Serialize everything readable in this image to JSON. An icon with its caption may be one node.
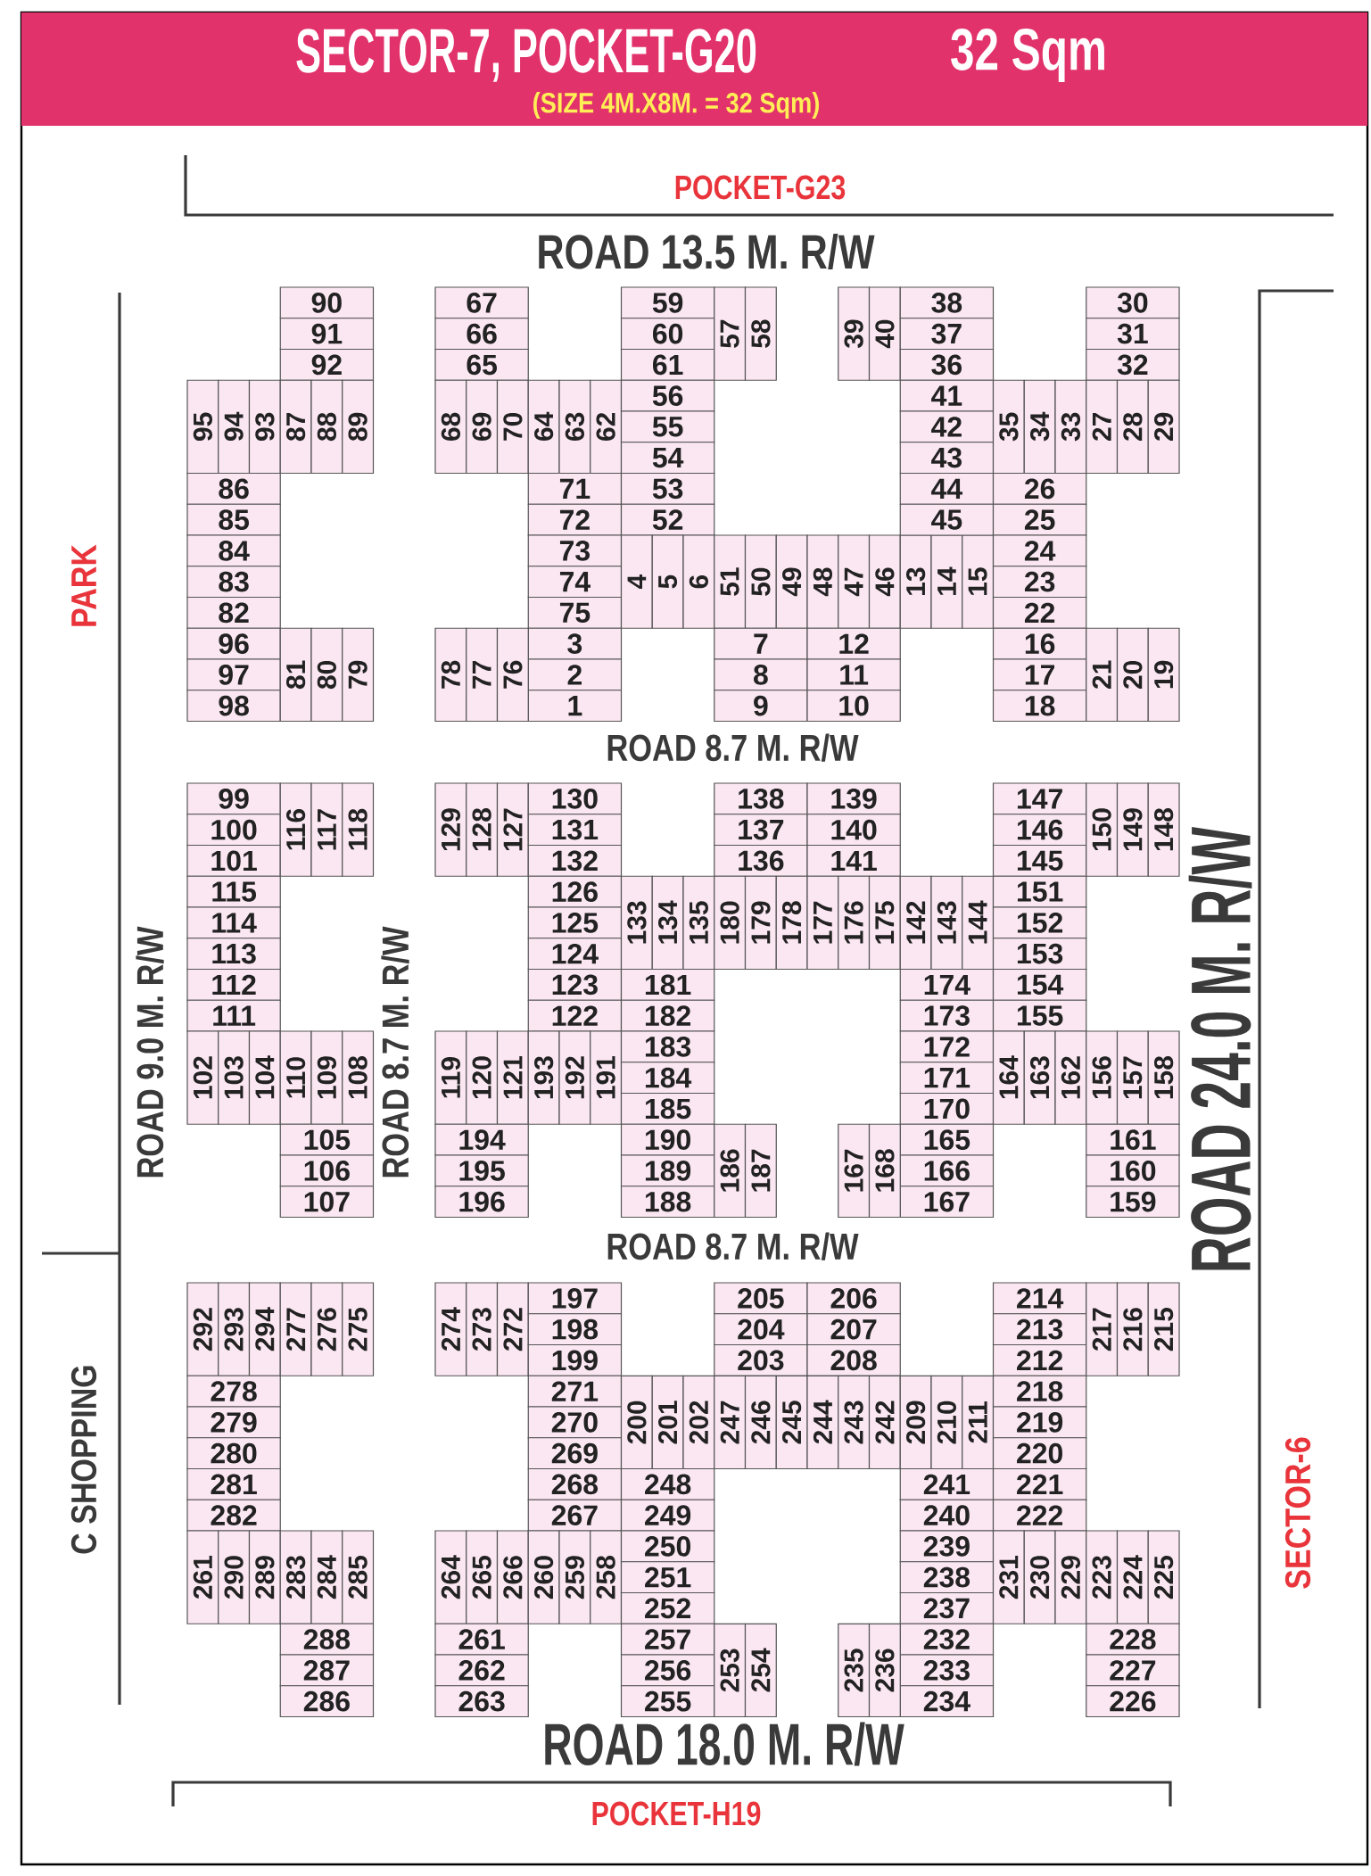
{
  "diagram": {
    "title": "SECTOR-7, POCKET-G20",
    "nodes": [
      {
        "text": [
          "90"
        ]
      },
      {
        "text": [
          "91"
        ]
      },
      {
        "text": [
          "92"
        ]
      },
      {
        "text": [
          "95"
        ]
      },
      {
        "text": [
          "94"
        ]
      },
      {
        "text": [
          "93"
        ]
      },
      {
        "text": [
          "87"
        ]
      },
      {
        "text": [
          "88"
        ]
      },
      {
        "text": [
          "89"
        ]
      },
      {
        "text": [
          "86"
        ]
      },
      {
        "text": [
          "85"
        ]
      },
      {
        "text": [
          "84"
        ]
      },
      {
        "text": [
          "83"
        ]
      },
      {
        "text": [
          "82"
        ]
      },
      {
        "text": [
          "96"
        ]
      },
      {
        "text": [
          "97"
        ]
      },
      {
        "text": [
          "98"
        ]
      },
      {
        "text": [
          "81"
        ]
      },
      {
        "text": [
          "80"
        ]
      },
      {
        "text": [
          "79"
        ]
      },
      {
        "text": [
          "67"
        ]
      },
      {
        "text": [
          "66"
        ]
      },
      {
        "text": [
          "65"
        ]
      },
      {
        "text": [
          "68"
        ]
      },
      {
        "text": [
          "69"
        ]
      },
      {
        "text": [
          "70"
        ]
      },
      {
        "text": [
          "64"
        ]
      },
      {
        "text": [
          "63"
        ]
      },
      {
        "text": [
          "62"
        ]
      },
      {
        "text": [
          "71"
        ]
      },
      {
        "text": [
          "72"
        ]
      },
      {
        "text": [
          "73"
        ]
      },
      {
        "text": [
          "74"
        ]
      },
      {
        "text": [
          "75"
        ]
      },
      {
        "text": [
          "3"
        ]
      },
      {
        "text": [
          "2"
        ]
      },
      {
        "text": [
          "1"
        ]
      },
      {
        "text": [
          "78"
        ]
      },
      {
        "text": [
          "77"
        ]
      },
      {
        "text": [
          "76"
        ]
      },
      {
        "text": [
          "59"
        ]
      },
      {
        "text": [
          "60"
        ]
      },
      {
        "text": [
          "61"
        ]
      },
      {
        "text": [
          "56"
        ]
      },
      {
        "text": [
          "55"
        ]
      },
      {
        "text": [
          "54"
        ]
      },
      {
        "text": [
          "53"
        ]
      },
      {
        "text": [
          "52"
        ]
      },
      {
        "text": [
          "57"
        ]
      },
      {
        "text": [
          "58"
        ]
      },
      {
        "text": [
          "4"
        ]
      },
      {
        "text": [
          "5"
        ]
      },
      {
        "text": [
          "6"
        ]
      },
      {
        "text": [
          "51"
        ]
      },
      {
        "text": [
          "50"
        ]
      },
      {
        "text": [
          "49"
        ]
      },
      {
        "text": [
          "48"
        ]
      },
      {
        "text": [
          "47"
        ]
      },
      {
        "text": [
          "46"
        ]
      },
      {
        "text": [
          "13"
        ]
      },
      {
        "text": [
          "14"
        ]
      },
      {
        "text": [
          "15"
        ]
      },
      {
        "text": [
          "7"
        ]
      },
      {
        "text": [
          "8"
        ]
      },
      {
        "text": [
          "9"
        ]
      },
      {
        "text": [
          "12"
        ]
      },
      {
        "text": [
          "11"
        ]
      },
      {
        "text": [
          "10"
        ]
      },
      {
        "text": [
          "39"
        ]
      },
      {
        "text": [
          "40"
        ]
      },
      {
        "text": [
          "38"
        ]
      },
      {
        "text": [
          "37"
        ]
      },
      {
        "text": [
          "36"
        ]
      },
      {
        "text": [
          "41"
        ]
      },
      {
        "text": [
          "42"
        ]
      },
      {
        "text": [
          "43"
        ]
      },
      {
        "text": [
          "44"
        ]
      },
      {
        "text": [
          "45"
        ]
      },
      {
        "text": [
          "30"
        ]
      },
      {
        "text": [
          "31"
        ]
      },
      {
        "text": [
          "32"
        ]
      },
      {
        "text": [
          "35"
        ]
      },
      {
        "text": [
          "34"
        ]
      },
      {
        "text": [
          "33"
        ]
      },
      {
        "text": [
          "27"
        ]
      },
      {
        "text": [
          "28"
        ]
      },
      {
        "text": [
          "29"
        ]
      },
      {
        "text": [
          "26"
        ]
      },
      {
        "text": [
          "25"
        ]
      },
      {
        "text": [
          "24"
        ]
      },
      {
        "text": [
          "23"
        ]
      },
      {
        "text": [
          "22"
        ]
      },
      {
        "text": [
          "16"
        ]
      },
      {
        "text": [
          "17"
        ]
      },
      {
        "text": [
          "18"
        ]
      },
      {
        "text": [
          "21"
        ]
      },
      {
        "text": [
          "20"
        ]
      },
      {
        "text": [
          "19"
        ]
      },
      {
        "text": [
          "99"
        ]
      },
      {
        "text": [
          "100"
        ]
      },
      {
        "text": [
          "101"
        ]
      },
      {
        "text": [
          "115"
        ]
      },
      {
        "text": [
          "114"
        ]
      },
      {
        "text": [
          "113"
        ]
      },
      {
        "text": [
          "112"
        ]
      },
      {
        "text": [
          "111"
        ]
      },
      {
        "text": [
          "116"
        ]
      },
      {
        "text": [
          "117"
        ]
      },
      {
        "text": [
          "118"
        ]
      },
      {
        "text": [
          "102"
        ]
      },
      {
        "text": [
          "103"
        ]
      },
      {
        "text": [
          "104"
        ]
      },
      {
        "text": [
          "110"
        ]
      },
      {
        "text": [
          "109"
        ]
      },
      {
        "text": [
          "108"
        ]
      },
      {
        "text": [
          "105"
        ]
      },
      {
        "text": [
          "106"
        ]
      },
      {
        "text": [
          "107"
        ]
      },
      {
        "text": [
          "129"
        ]
      },
      {
        "text": [
          "128"
        ]
      },
      {
        "text": [
          "127"
        ]
      },
      {
        "text": [
          "130"
        ]
      },
      {
        "text": [
          "131"
        ]
      },
      {
        "text": [
          "132"
        ]
      },
      {
        "text": [
          "126"
        ]
      },
      {
        "text": [
          "125"
        ]
      },
      {
        "text": [
          "124"
        ]
      },
      {
        "text": [
          "123"
        ]
      },
      {
        "text": [
          "122"
        ]
      },
      {
        "text": [
          "119"
        ]
      },
      {
        "text": [
          "120"
        ]
      },
      {
        "text": [
          "121"
        ]
      },
      {
        "text": [
          "193"
        ]
      },
      {
        "text": [
          "192"
        ]
      },
      {
        "text": [
          "191"
        ]
      },
      {
        "text": [
          "194"
        ]
      },
      {
        "text": [
          "195"
        ]
      },
      {
        "text": [
          "196"
        ]
      },
      {
        "text": [
          "133"
        ]
      },
      {
        "text": [
          "134"
        ]
      },
      {
        "text": [
          "135"
        ]
      },
      {
        "text": [
          "181"
        ]
      },
      {
        "text": [
          "182"
        ]
      },
      {
        "text": [
          "183"
        ]
      },
      {
        "text": [
          "184"
        ]
      },
      {
        "text": [
          "185"
        ]
      },
      {
        "text": [
          "190"
        ]
      },
      {
        "text": [
          "189"
        ]
      },
      {
        "text": [
          "188"
        ]
      },
      {
        "text": [
          "186"
        ]
      },
      {
        "text": [
          "187"
        ]
      },
      {
        "text": [
          "138"
        ]
      },
      {
        "text": [
          "137"
        ]
      },
      {
        "text": [
          "136"
        ]
      },
      {
        "text": [
          "139"
        ]
      },
      {
        "text": [
          "140"
        ]
      },
      {
        "text": [
          "141"
        ]
      },
      {
        "text": [
          "180"
        ]
      },
      {
        "text": [
          "179"
        ]
      },
      {
        "text": [
          "178"
        ]
      },
      {
        "text": [
          "177"
        ]
      },
      {
        "text": [
          "176"
        ]
      },
      {
        "text": [
          "175"
        ]
      },
      {
        "text": [
          "142"
        ]
      },
      {
        "text": [
          "143"
        ]
      },
      {
        "text": [
          "144"
        ]
      },
      {
        "text": [
          "174"
        ]
      },
      {
        "text": [
          "173"
        ]
      },
      {
        "text": [
          "172"
        ]
      },
      {
        "text": [
          "171"
        ]
      },
      {
        "text": [
          "170"
        ]
      },
      {
        "text": [
          "165"
        ]
      },
      {
        "text": [
          "166"
        ]
      },
      {
        "text": [
          "167"
        ]
      },
      {
        "text": [
          "167"
        ]
      },
      {
        "text": [
          "168"
        ]
      },
      {
        "text": [
          "147"
        ]
      },
      {
        "text": [
          "146"
        ]
      },
      {
        "text": [
          "145"
        ]
      },
      {
        "text": [
          "151"
        ]
      },
      {
        "text": [
          "152"
        ]
      },
      {
        "text": [
          "153"
        ]
      },
      {
        "text": [
          "154"
        ]
      },
      {
        "text": [
          "155"
        ]
      },
      {
        "text": [
          "150"
        ]
      },
      {
        "text": [
          "149"
        ]
      },
      {
        "text": [
          "148"
        ]
      },
      {
        "text": [
          "164"
        ]
      },
      {
        "text": [
          "163"
        ]
      },
      {
        "text": [
          "162"
        ]
      },
      {
        "text": [
          "156"
        ]
      },
      {
        "text": [
          "157"
        ]
      },
      {
        "text": [
          "158"
        ]
      },
      {
        "text": [
          "161"
        ]
      },
      {
        "text": [
          "160"
        ]
      },
      {
        "text": [
          "159"
        ]
      },
      {
        "text": [
          "292"
        ]
      },
      {
        "text": [
          "293"
        ]
      },
      {
        "text": [
          "294"
        ]
      },
      {
        "text": [
          "277"
        ]
      },
      {
        "text": [
          "276"
        ]
      },
      {
        "text": [
          "275"
        ]
      },
      {
        "text": [
          "278"
        ]
      },
      {
        "text": [
          "279"
        ]
      },
      {
        "text": [
          "280"
        ]
      },
      {
        "text": [
          "281"
        ]
      },
      {
        "text": [
          "282"
        ]
      },
      {
        "text": [
          "261"
        ]
      },
      {
        "text": [
          "290"
        ]
      },
      {
        "text": [
          "289"
        ]
      },
      {
        "text": [
          "283"
        ]
      },
      {
        "text": [
          "284"
        ]
      },
      {
        "text": [
          "285"
        ]
      },
      {
        "text": [
          "288"
        ]
      },
      {
        "text": [
          "287"
        ]
      },
      {
        "text": [
          "286"
        ]
      },
      {
        "text": [
          "274"
        ]
      },
      {
        "text": [
          "273"
        ]
      },
      {
        "text": [
          "272"
        ]
      },
      {
        "text": [
          "197"
        ]
      },
      {
        "text": [
          "198"
        ]
      },
      {
        "text": [
          "199"
        ]
      },
      {
        "text": [
          "271"
        ]
      },
      {
        "text": [
          "270"
        ]
      },
      {
        "text": [
          "269"
        ]
      },
      {
        "text": [
          "268"
        ]
      },
      {
        "text": [
          "267"
        ]
      },
      {
        "text": [
          "264"
        ]
      },
      {
        "text": [
          "265"
        ]
      },
      {
        "text": [
          "266"
        ]
      },
      {
        "text": [
          "260"
        ]
      },
      {
        "text": [
          "259"
        ]
      },
      {
        "text": [
          "258"
        ]
      },
      {
        "text": [
          "261"
        ]
      },
      {
        "text": [
          "262"
        ]
      },
      {
        "text": [
          "263"
        ]
      },
      {
        "text": [
          "200"
        ]
      },
      {
        "text": [
          "201"
        ]
      },
      {
        "text": [
          "202"
        ]
      },
      {
        "text": [
          "248"
        ]
      },
      {
        "text": [
          "249"
        ]
      },
      {
        "text": [
          "250"
        ]
      },
      {
        "text": [
          "251"
        ]
      },
      {
        "text": [
          "252"
        ]
      },
      {
        "text": [
          "257"
        ]
      },
      {
        "text": [
          "256"
        ]
      },
      {
        "text": [
          "255"
        ]
      },
      {
        "text": [
          "253"
        ]
      },
      {
        "text": [
          "254"
        ]
      },
      {
        "text": [
          "205"
        ]
      },
      {
        "text": [
          "204"
        ]
      },
      {
        "text": [
          "203"
        ]
      },
      {
        "text": [
          "206"
        ]
      },
      {
        "text": [
          "207"
        ]
      },
      {
        "text": [
          "208"
        ]
      },
      {
        "text": [
          "247"
        ]
      },
      {
        "text": [
          "246"
        ]
      },
      {
        "text": [
          "245"
        ]
      },
      {
        "text": [
          "244"
        ]
      },
      {
        "text": [
          "243"
        ]
      },
      {
        "text": [
          "242"
        ]
      },
      {
        "text": [
          "209"
        ]
      },
      {
        "text": [
          "210"
        ]
      },
      {
        "text": [
          "211"
        ]
      },
      {
        "text": [
          "241"
        ]
      },
      {
        "text": [
          "240"
        ]
      },
      {
        "text": [
          "239"
        ]
      },
      {
        "text": [
          "238"
        ]
      },
      {
        "text": [
          "237"
        ]
      },
      {
        "text": [
          "232"
        ]
      },
      {
        "text": [
          "233"
        ]
      },
      {
        "text": [
          "234"
        ]
      },
      {
        "text": [
          "235"
        ]
      },
      {
        "text": [
          "236"
        ]
      },
      {
        "text": [
          "214"
        ]
      },
      {
        "text": [
          "213"
        ]
      },
      {
        "text": [
          "212"
        ]
      },
      {
        "text": [
          "218"
        ]
      },
      {
        "text": [
          "219"
        ]
      },
      {
        "text": [
          "220"
        ]
      },
      {
        "text": [
          "221"
        ]
      },
      {
        "text": [
          "222"
        ]
      },
      {
        "text": [
          "217"
        ]
      },
      {
        "text": [
          "216"
        ]
      },
      {
        "text": [
          "215"
        ]
      },
      {
        "text": [
          "231"
        ]
      },
      {
        "text": [
          "230"
        ]
      },
      {
        "text": [
          "229"
        ]
      },
      {
        "text": [
          "223"
        ]
      },
      {
        "text": [
          "224"
        ]
      },
      {
        "text": [
          "225"
        ]
      },
      {
        "text": [
          "228"
        ]
      },
      {
        "text": [
          "227"
        ]
      },
      {
        "text": [
          "226"
        ]
      }
    ],
    "labels": [
      "32 Sqm",
      "(SIZE 4M.X8M. = 32 Sqm)",
      "POCKET-G23",
      "ROAD 13.5 M. R/W",
      "PARK",
      "ROAD 8.7 M. R/W",
      "ROAD 9.0 M. R/W",
      "ROAD 8.7 M. R/W",
      "ROAD 24.0 M. R/W",
      "ROAD 8.7 M. R/W",
      "C SHOPPING",
      "SECTOR-6",
      "ROAD 18.0 M. R/W",
      "POCKET-H19"
    ]
  }
}
